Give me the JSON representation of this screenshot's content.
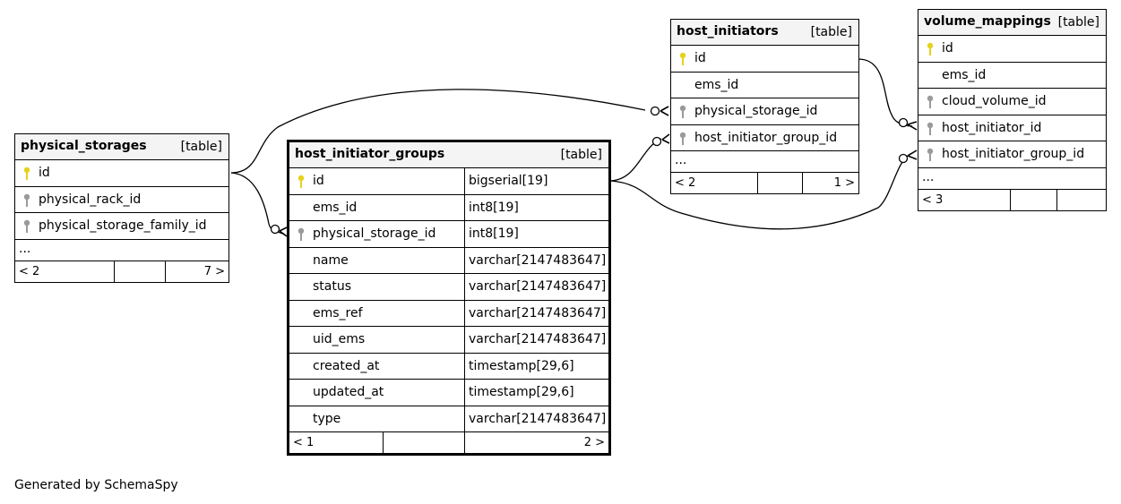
{
  "footer_text": "Generated by SchemaSpy",
  "colors": {
    "primary_key": "#e6d21a",
    "foreign_key": "#9a9a9a",
    "header_bg": "#f4f4f4"
  },
  "tables": {
    "physical_storages": {
      "name": "physical_storages",
      "kind": "[table]",
      "columns": [
        {
          "name": "id",
          "key": "primary-key-icon"
        },
        {
          "name": "physical_rack_id",
          "key": "foreign-key-icon"
        },
        {
          "name": "physical_storage_family_id",
          "key": "foreign-key-icon"
        }
      ],
      "ellipsis": "...",
      "footer": {
        "left": "< 2",
        "right": "7 >"
      }
    },
    "host_initiator_groups": {
      "name": "host_initiator_groups",
      "kind": "[table]",
      "columns": [
        {
          "name": "id",
          "type": "bigserial[19]",
          "key": "primary-key-icon"
        },
        {
          "name": "ems_id",
          "type": "int8[19]"
        },
        {
          "name": "physical_storage_id",
          "type": "int8[19]",
          "key": "foreign-key-icon"
        },
        {
          "name": "name",
          "type": "varchar[2147483647]"
        },
        {
          "name": "status",
          "type": "varchar[2147483647]"
        },
        {
          "name": "ems_ref",
          "type": "varchar[2147483647]"
        },
        {
          "name": "uid_ems",
          "type": "varchar[2147483647]"
        },
        {
          "name": "created_at",
          "type": "timestamp[29,6]"
        },
        {
          "name": "updated_at",
          "type": "timestamp[29,6]"
        },
        {
          "name": "type",
          "type": "varchar[2147483647]"
        }
      ],
      "footer": {
        "left": "< 1",
        "right": "2 >"
      }
    },
    "host_initiators": {
      "name": "host_initiators",
      "kind": "[table]",
      "columns": [
        {
          "name": "id",
          "key": "primary-key-icon"
        },
        {
          "name": "ems_id"
        },
        {
          "name": "physical_storage_id",
          "key": "foreign-key-icon"
        },
        {
          "name": "host_initiator_group_id",
          "key": "foreign-key-icon"
        }
      ],
      "ellipsis": "...",
      "footer": {
        "left": "< 2",
        "right": "1 >"
      }
    },
    "volume_mappings": {
      "name": "volume_mappings",
      "kind": "[table]",
      "columns": [
        {
          "name": "id",
          "key": "primary-key-icon"
        },
        {
          "name": "ems_id"
        },
        {
          "name": "cloud_volume_id",
          "key": "foreign-key-icon"
        },
        {
          "name": "host_initiator_id",
          "key": "foreign-key-icon"
        },
        {
          "name": "host_initiator_group_id",
          "key": "foreign-key-icon"
        }
      ],
      "ellipsis": "...",
      "footer": {
        "left": "< 3",
        "right": ""
      }
    }
  }
}
